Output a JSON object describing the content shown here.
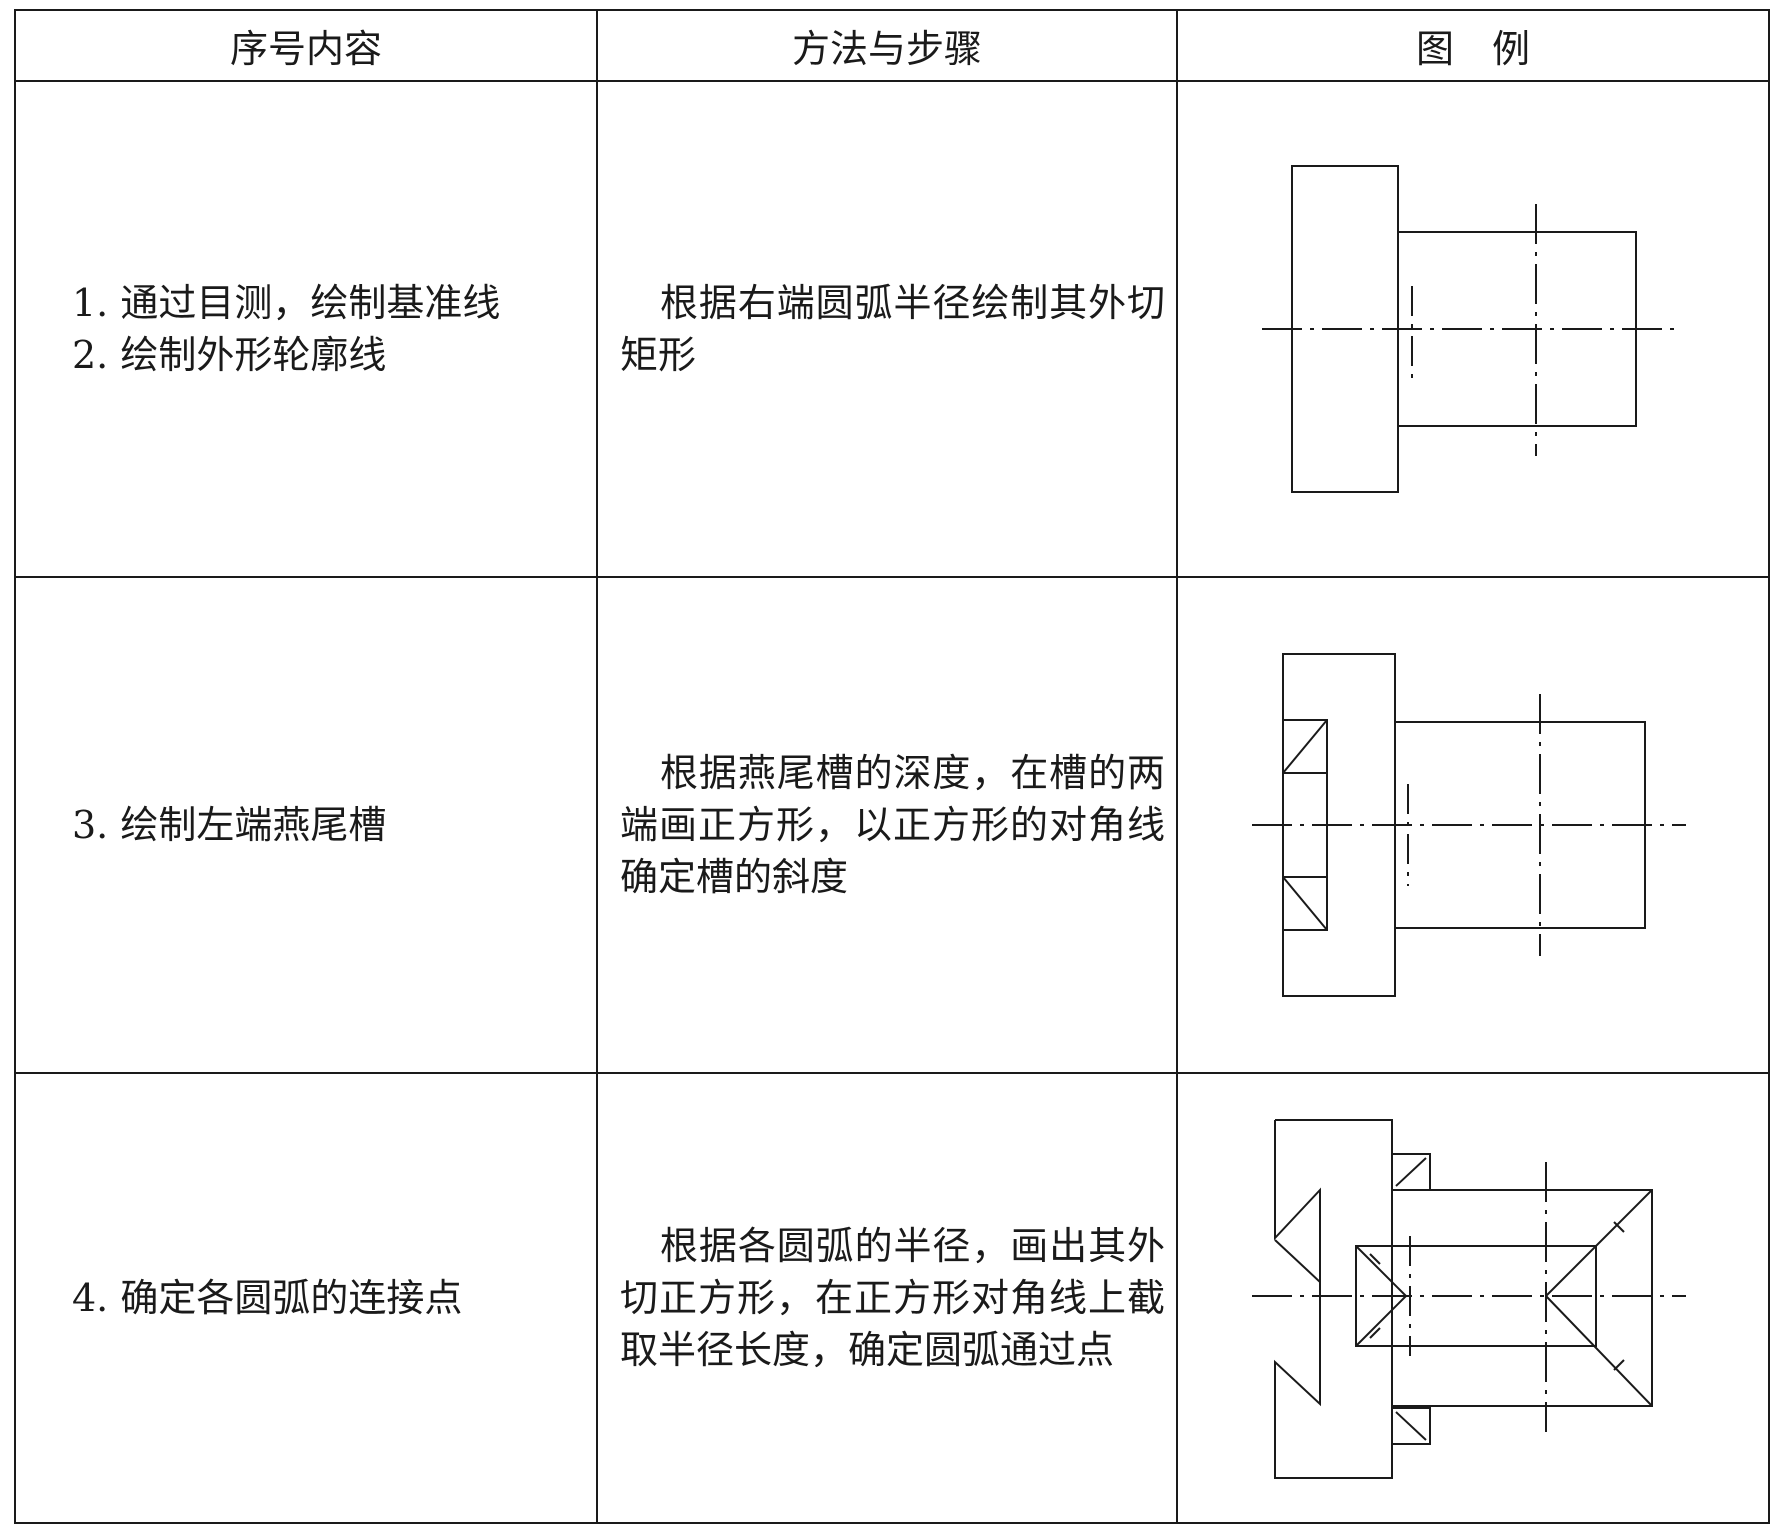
{
  "header": {
    "col1": "序号内容",
    "col2": "方法与步骤",
    "col3": "图　例"
  },
  "rows": [
    {
      "items": [
        "1.  通过目测，绘制基准线",
        "2.  绘制外形轮廓线"
      ],
      "method": "根据右端圆弧半径绘制其外切矩形",
      "figure": "step-1-2-outline"
    },
    {
      "items": [
        "3.  绘制左端燕尾槽"
      ],
      "method": "根据燕尾槽的深度，在槽的两端画正方形，以正方形的对角线确定槽的斜度",
      "figure": "step-3-dovetail"
    },
    {
      "items": [
        "4.  确定各圆弧的连接点"
      ],
      "method": "根据各圆弧的半径，画出其外切正方形，在正方形对角线上截取半径长度，确定圆弧通过点",
      "figure": "step-4-arc-points"
    }
  ]
}
